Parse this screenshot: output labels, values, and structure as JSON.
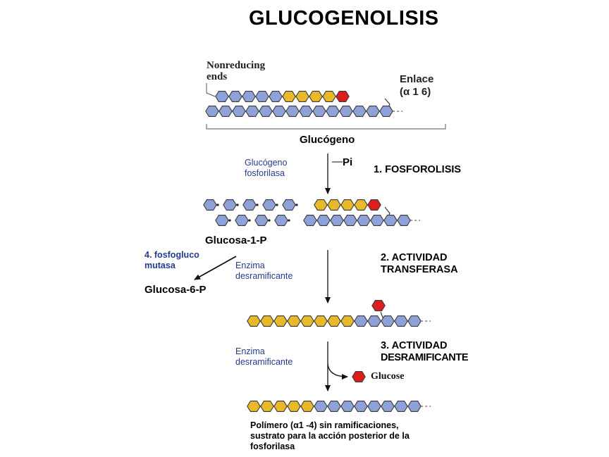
{
  "title": "GLUCOGENOLISIS",
  "colors": {
    "blue": "#8fa2d8",
    "gold": "#e8b92a",
    "red": "#dd1e1e",
    "outline": "#3a3a3a"
  },
  "glycogen": {
    "nonreducing_label": [
      "Nonreducing",
      "ends"
    ],
    "enlace_label": [
      "Enlace",
      "(α 1 6)"
    ],
    "caption": "Glucógeno",
    "upper_chain": [
      "b",
      "b",
      "b",
      "b",
      "b",
      "g",
      "g",
      "g",
      "g",
      "r"
    ],
    "lower_chain": [
      "b",
      "b",
      "b",
      "b",
      "b",
      "b",
      "b",
      "b",
      "b",
      "b",
      "b",
      "b",
      "b",
      "b"
    ]
  },
  "step1": {
    "enzyme": [
      "Glucógeno",
      "fosforilasa"
    ],
    "pi": "Pi",
    "label": "1. FOSFOROLISIS",
    "fragments_row1": [
      "b",
      "b",
      "b",
      "b",
      "b"
    ],
    "fragments_row2": [
      "b",
      "b",
      "b",
      "b"
    ],
    "remaining_upper": [
      "g",
      "g",
      "g",
      "g",
      "r"
    ],
    "remaining_lower": [
      "b",
      "b",
      "b",
      "b",
      "b",
      "b",
      "b",
      "b"
    ],
    "product": "Glucosa-1-P"
  },
  "step4": {
    "enzyme": [
      "4. fosfogluco",
      "mutasa"
    ],
    "product": "Glucosa-6-P"
  },
  "step2": {
    "enzyme": [
      "Enzima",
      "desramificante"
    ],
    "label": [
      "2. ACTIVIDAD",
      "TRANSFERASA"
    ],
    "chain": [
      "g",
      "g",
      "g",
      "g",
      "g",
      "g",
      "g",
      "g",
      "b",
      "b",
      "b",
      "b",
      "b"
    ],
    "branch": [
      "r"
    ]
  },
  "step3": {
    "enzyme": [
      "Enzima",
      "desramificante"
    ],
    "label": [
      "3. ACTIVIDAD",
      "DESRAMIFICANTE"
    ],
    "released": "Glucose",
    "chain": [
      "g",
      "g",
      "g",
      "g",
      "g",
      "b",
      "b",
      "b",
      "b",
      "b",
      "b",
      "b",
      "b"
    ],
    "caption": [
      "Polímero (α1 -4) sin ramificaciones,",
      "sustrato para la acción posterior de la",
      "fosforilasa"
    ]
  }
}
